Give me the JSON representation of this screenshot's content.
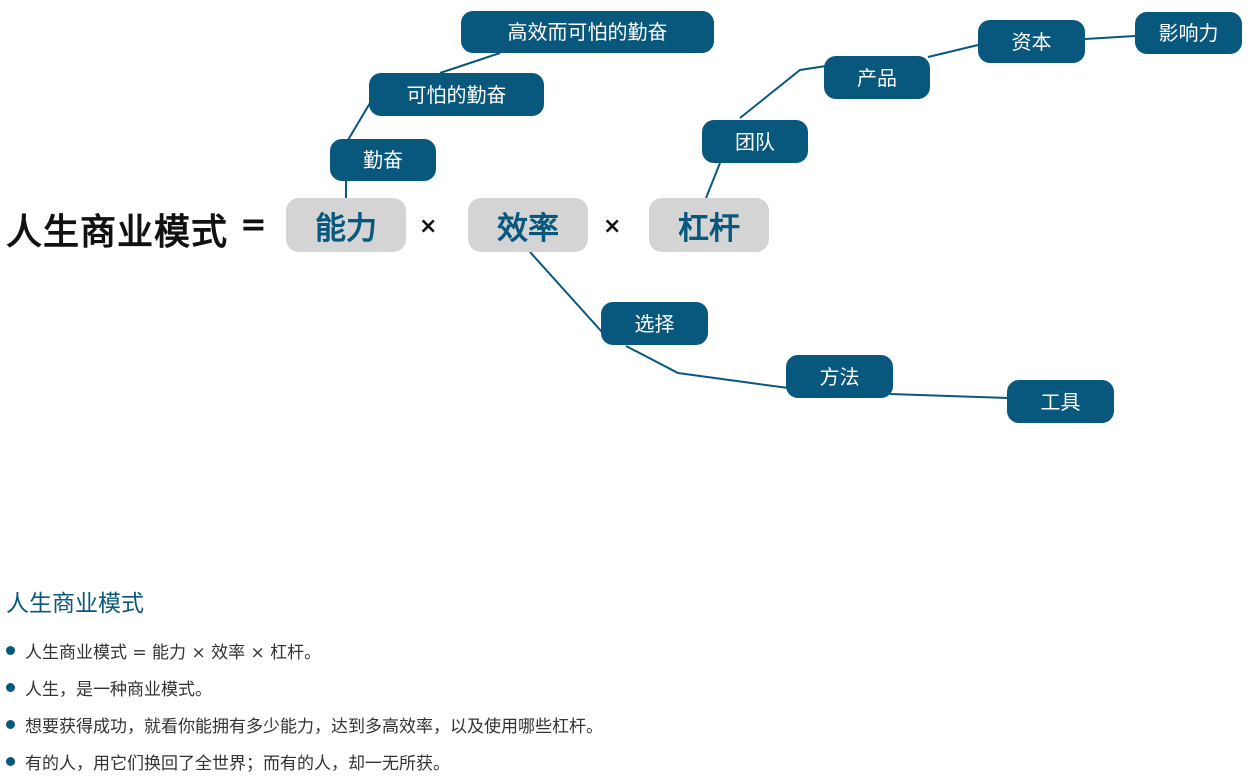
{
  "equation": {
    "title": "人生商业模式",
    "equals": "=",
    "times": "×",
    "factors": [
      "能力",
      "效率",
      "杠杆"
    ]
  },
  "branches": {
    "ability": [
      "勤奋",
      "可怕的勤奋",
      "高效而可怕的勤奋"
    ],
    "leverage": [
      "团队",
      "产品",
      "资本",
      "影响力"
    ],
    "efficiency": [
      "选择",
      "方法",
      "工具"
    ]
  },
  "notes": {
    "title": "人生商业模式",
    "items": [
      "人生商业模式 = 能力 × 效率 × 杠杆。",
      "人生，是一种商业模式。",
      "想要获得成功，就看你能拥有多少能力，达到多高效率，以及使用哪些杠杆。",
      "有的人，用它们换回了全世界；而有的人，却一无所获。"
    ]
  },
  "colors": {
    "node": "#08577d",
    "factor_bg": "#d4d4d4",
    "text": "#111111"
  }
}
